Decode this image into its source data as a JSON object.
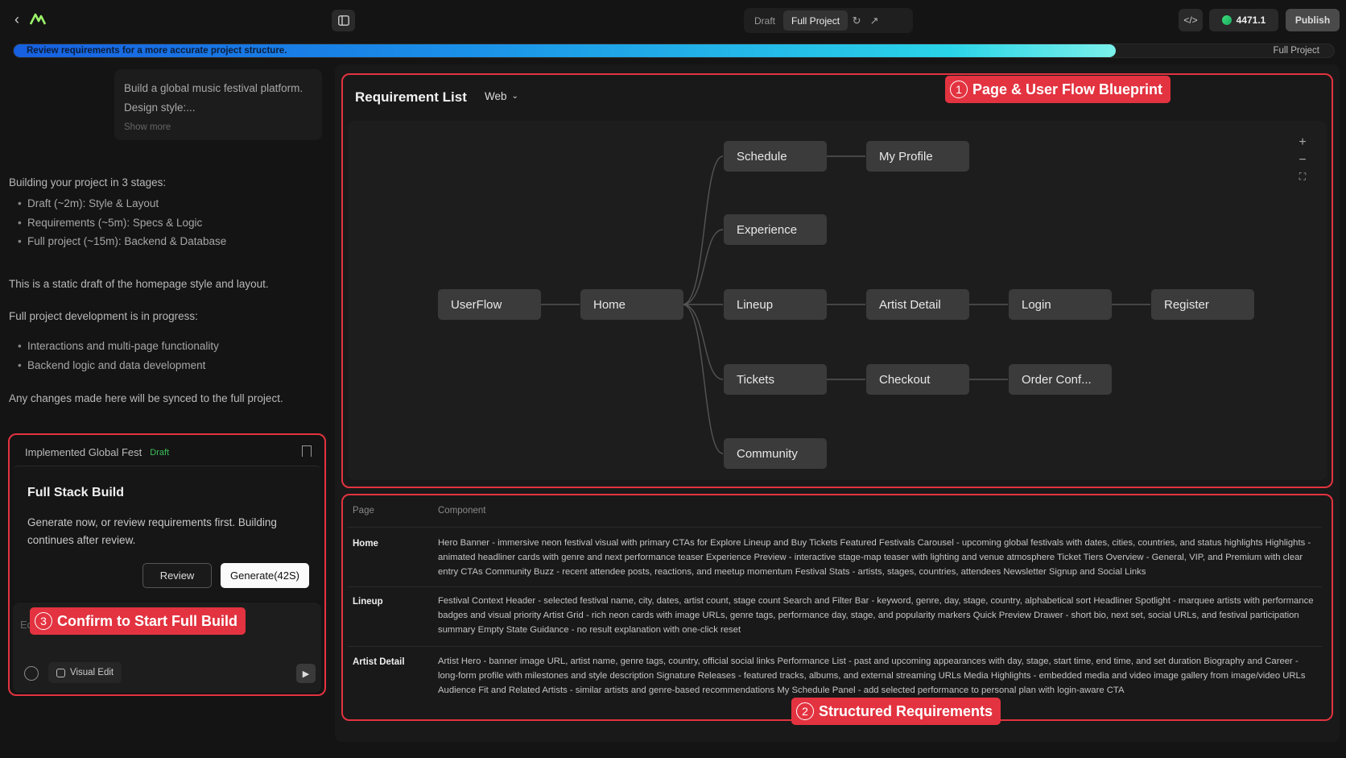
{
  "topbar": {
    "back_icon": "chevron-left-icon",
    "logo_icon": "app-logo",
    "panel_toggle_icon": "sidebar-toggle-icon",
    "modes": [
      "Draft",
      "Full Project"
    ],
    "active_mode": "Full Project",
    "credits": "4471.1",
    "publish_label": "Publish"
  },
  "progress": {
    "message": "Review requirements for a more accurate project structure.",
    "stage_label": "Full Project",
    "value_percent": 83.5,
    "gradient_colors": [
      "#1760e0",
      "#2ad4e8",
      "#7af0ea"
    ]
  },
  "chat": {
    "prompt_lines": [
      "Build a global music festival platform.",
      "Design style:..."
    ],
    "show_more": "Show more",
    "stages_intro": "Building your project in 3 stages:",
    "stages": [
      "Draft (~2m): Style & Layout",
      "Requirements (~5m): Specs & Logic",
      "Full project (~15m): Backend & Database"
    ],
    "static_note": "This is a static draft of the homepage style and layout.",
    "progress_intro": "Full project development is in progress:",
    "progress_items": [
      "Interactions and multi-page functionality",
      "Backend logic and data development"
    ],
    "sync_note": "Any changes made here will be synced to the full project."
  },
  "build": {
    "header": "Implemented Global Fest",
    "tag": "Draft",
    "title": "Full Stack Build",
    "description": "Generate now, or review requirements first. Building continues after review.",
    "review_label": "Review",
    "generate_label": "Generate(42S)",
    "input_placeholder": "Ed",
    "visual_edit_label": "Visual Edit"
  },
  "callouts": {
    "one": {
      "num": "1",
      "text": "Page & User Flow Blueprint"
    },
    "two": {
      "num": "2",
      "text": "Structured Requirements"
    },
    "three": {
      "num": "3",
      "text": "Confirm to Start Full Build"
    }
  },
  "requirements": {
    "title": "Requirement List",
    "platform": "Web",
    "nodes": {
      "userflow": "UserFlow",
      "home": "Home",
      "schedule": "Schedule",
      "my_profile": "My Profile",
      "experience": "Experience",
      "lineup": "Lineup",
      "artist_detail": "Artist Detail",
      "login": "Login",
      "register": "Register",
      "tickets": "Tickets",
      "checkout": "Checkout",
      "order_conf": "Order Conf...",
      "community": "Community"
    },
    "table": {
      "headers": [
        "Page",
        "Component"
      ],
      "rows": [
        {
          "page": "Home",
          "component": "Hero Banner - immersive neon festival visual with primary CTAs for Explore Lineup and Buy Tickets Featured Festivals Carousel - upcoming global festivals with dates, cities, countries, and status highlights Highlights - animated headliner cards with genre and next performance teaser Experience Preview - interactive stage-map teaser with lighting and venue atmosphere Ticket Tiers Overview - General, VIP, and Premium with clear entry CTAs Community Buzz - recent attendee posts, reactions, and meetup momentum Festival Stats - artists, stages, countries, attendees Newsletter Signup and Social Links"
        },
        {
          "page": "Lineup",
          "component": "Festival Context Header - selected festival name, city, dates, artist count, stage count Search and Filter Bar - keyword, genre, day, stage, country, alphabetical sort Headliner Spotlight - marquee artists with performance badges and visual priority Artist Grid - rich neon cards with image URLs, genre tags, performance day, stage, and popularity markers Quick Preview Drawer - short bio, next set, social URLs, and festival participation summary Empty State Guidance - no result explanation with one-click reset"
        },
        {
          "page": "Artist Detail",
          "component": "Artist Hero - banner image URL, artist name, genre tags, country, official social links Performance List - past and upcoming appearances with day, stage, start time, end time, and set duration Biography and Career - long-form profile with milestones and style description Signature Releases - featured tracks, albums, and external streaming URLs Media Highlights - embedded media and video image gallery from image/video URLs Audience Fit and Related Artists - similar artists and genre-based recommendations My Schedule Panel - add selected performance to personal plan with login-aware CTA"
        }
      ]
    }
  }
}
